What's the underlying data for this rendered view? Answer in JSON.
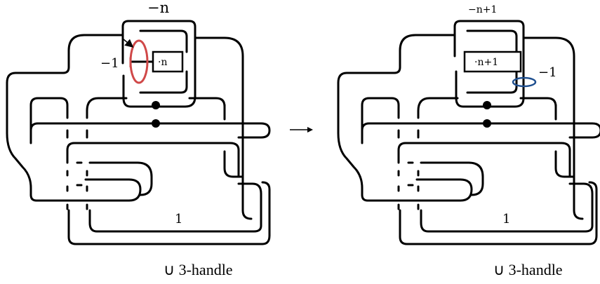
{
  "colors": {
    "strand": "#000000",
    "surgery_curve_left": "#d04848",
    "surgery_curve_right": "#1f4f8f"
  },
  "left_diagram": {
    "top_label": "−n",
    "box_label": "·n",
    "curve_label": "−1",
    "framing_label": "1",
    "caption": "∪ 3-handle"
  },
  "arrow": {
    "direction": "right"
  },
  "right_diagram": {
    "top_label": "−n+1",
    "box_label": "·n+1",
    "curve_label": "−1",
    "framing_label": "1",
    "caption": "∪ 3-handle"
  }
}
